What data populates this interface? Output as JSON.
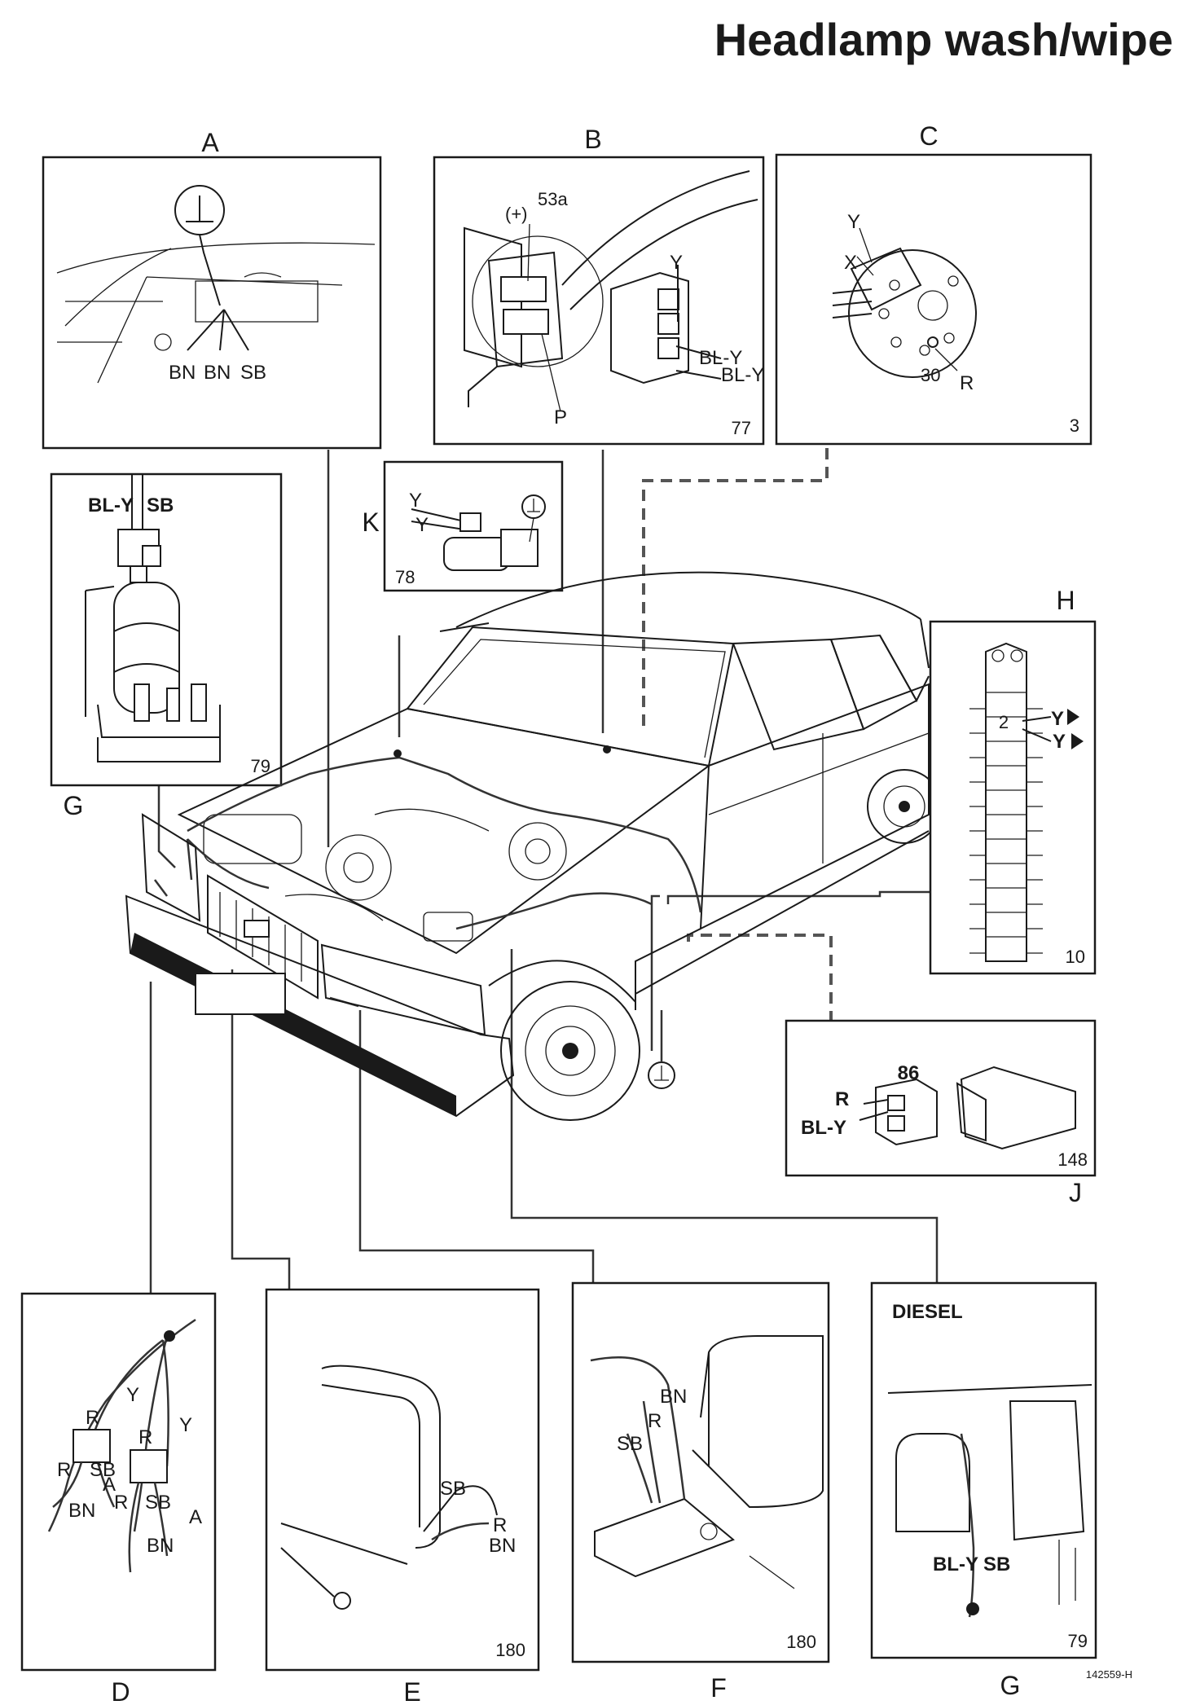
{
  "title": "Headlamp wash/wipe",
  "panels": {
    "A": {
      "letter": "A",
      "wires": [
        "BN",
        "BN",
        "SB"
      ]
    },
    "B": {
      "letter": "B",
      "terminal": "53a",
      "terminal_sign": "(+)",
      "wires": [
        "Y",
        "BL-Y",
        "BL-Y"
      ],
      "pointer": "P",
      "page": "77"
    },
    "C": {
      "letter": "C",
      "wires": [
        "Y",
        "X",
        "R"
      ],
      "terminal": "30",
      "page": "3"
    },
    "G_top": {
      "letter": "G",
      "wires": [
        "BL-Y",
        "SB"
      ],
      "page": "79"
    },
    "K": {
      "letter": "K",
      "wires": [
        "Y",
        "Y"
      ],
      "page": "78"
    },
    "H": {
      "letter": "H",
      "pin": "2",
      "wires": [
        "Y",
        "Y"
      ],
      "page": "10"
    },
    "J": {
      "letter": "J",
      "terminal": "86",
      "wires": [
        "R",
        "BL-Y"
      ],
      "page": "148"
    },
    "D": {
      "letter": "D",
      "wires": [
        "R",
        "Y",
        "R",
        "Y",
        "R",
        "SB",
        "R",
        "SB",
        "BN",
        "BN",
        "A",
        "A"
      ]
    },
    "E": {
      "letter": "E",
      "wires": [
        "SB",
        "R",
        "BN"
      ],
      "page": "180"
    },
    "F": {
      "letter": "F",
      "wires": [
        "BN",
        "R",
        "SB"
      ],
      "page": "180"
    },
    "G_diesel": {
      "letter": "G",
      "caption": "DIESEL",
      "wires": [
        "BL-Y",
        "SB"
      ],
      "page": "79"
    }
  },
  "ref_code": "142559-H"
}
